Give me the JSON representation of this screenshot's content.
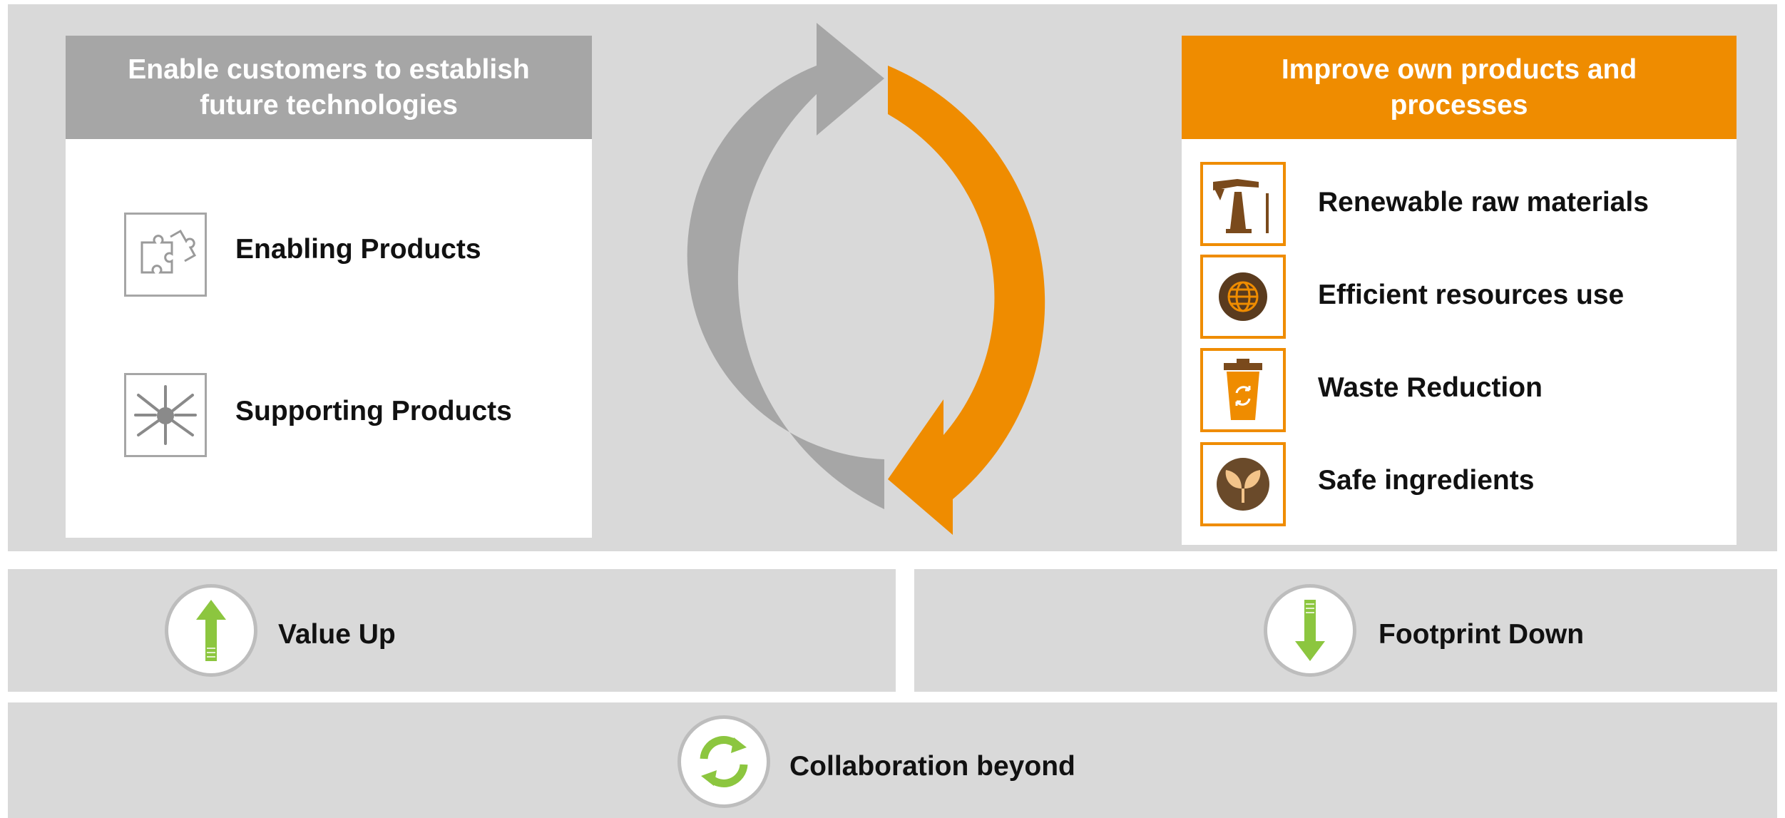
{
  "left_card": {
    "header": "Enable customers to establish future technologies",
    "items": [
      {
        "label": "Enabling Products",
        "icon": "puzzle-icon"
      },
      {
        "label": "Supporting Products",
        "icon": "joined-hands-icon"
      }
    ]
  },
  "right_card": {
    "header": "Improve own products and processes",
    "items": [
      {
        "label": "Renewable raw materials",
        "icon": "oil-pump-icon"
      },
      {
        "label": "Efficient resources use",
        "icon": "globe-icon"
      },
      {
        "label": "Waste Reduction",
        "icon": "recycle-bin-icon"
      },
      {
        "label": "Safe ingredients",
        "icon": "leaves-icon"
      }
    ]
  },
  "bars": {
    "value_up": {
      "label": "Value Up",
      "icon": "arrow-up-icon"
    },
    "footprint_down": {
      "label": "Footprint Down",
      "icon": "arrow-down-icon"
    },
    "collaboration": {
      "label": "Collaboration beyond",
      "icon": "recycle-circle-icon"
    }
  },
  "colors": {
    "orange": "#ef8c00",
    "grey": "#a6a6a6",
    "panel": "#d9d9d9",
    "green": "#8cc63f",
    "icon_brown": "#7a4a1c"
  }
}
